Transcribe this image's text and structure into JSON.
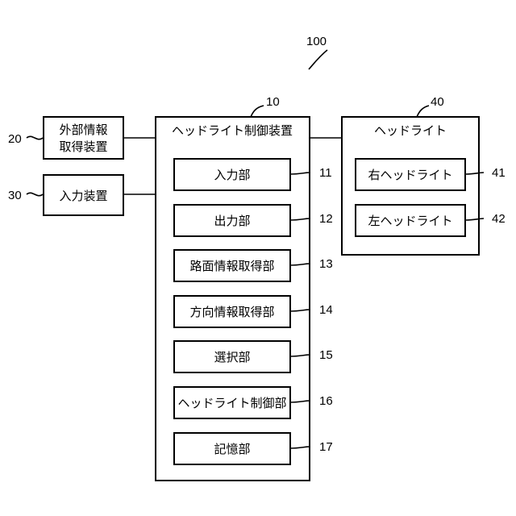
{
  "figure_number": "100",
  "external_info_device": {
    "ref": "20",
    "label_line1": "外部情報",
    "label_line2": "取得装置"
  },
  "input_device": {
    "ref": "30",
    "label": "入力装置"
  },
  "controller": {
    "ref": "10",
    "title": "ヘッドライト制御装置",
    "units": [
      {
        "ref": "11",
        "label": "入力部"
      },
      {
        "ref": "12",
        "label": "出力部"
      },
      {
        "ref": "13",
        "label": "路面情報取得部"
      },
      {
        "ref": "14",
        "label": "方向情報取得部"
      },
      {
        "ref": "15",
        "label": "選択部"
      },
      {
        "ref": "16",
        "label": "ヘッドライト制御部"
      },
      {
        "ref": "17",
        "label": "記憶部"
      }
    ]
  },
  "headlight": {
    "ref": "40",
    "title": "ヘッドライト",
    "units": [
      {
        "ref": "41",
        "label": "右ヘッドライト"
      },
      {
        "ref": "42",
        "label": "左ヘッドライト"
      }
    ]
  }
}
